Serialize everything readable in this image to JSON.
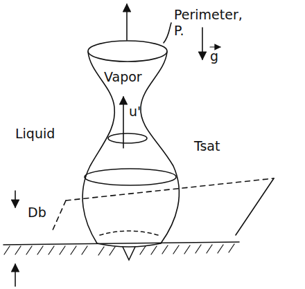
{
  "diagram": {
    "labels": [
      "Perimeter, P.",
      "Vapor",
      "u'",
      "Liquid",
      "Tsat",
      "g",
      "Db"
    ]
  }
}
